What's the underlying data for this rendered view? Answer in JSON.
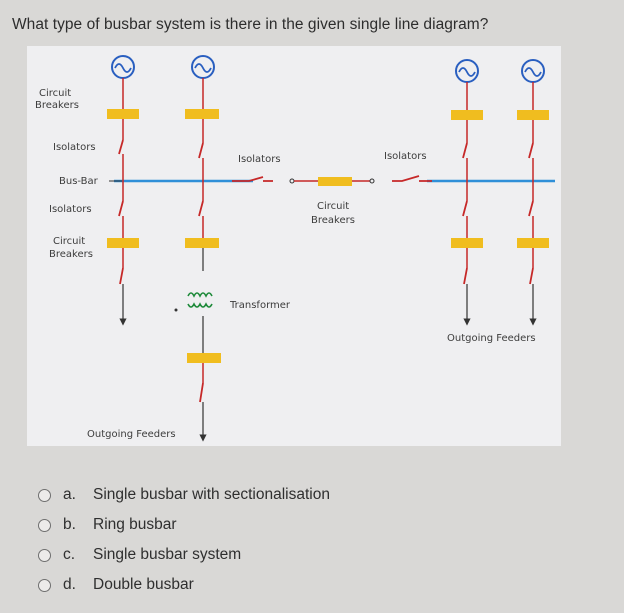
{
  "question": {
    "text": "What type of busbar system is there in the given single line diagram?"
  },
  "diagram": {
    "labels": {
      "cb_top": [
        "Circuit",
        "Breakers"
      ],
      "isolators_left_top": "Isolators",
      "busbar": "Bus-Bar",
      "isolators_left_bottom": "Isolators",
      "cb_bottom": [
        "Circuit",
        "Breakers"
      ],
      "isolators_mid": "Isolators",
      "isolators_right": "Isolators",
      "cb_mid": [
        "Circuit",
        "Breakers"
      ],
      "transformer": "Transformer",
      "outgoing_left": "Outgoing Feeders",
      "outgoing_right": "Outgoing Feeders"
    },
    "colors": {
      "busbar": "#2f8fd8",
      "breaker": "#f0bd1f",
      "wire": "#c62828",
      "generator": "#2a5fc0"
    }
  },
  "options": [
    {
      "letter": "a.",
      "text": "Single busbar with sectionalisation"
    },
    {
      "letter": "b.",
      "text": "Ring busbar"
    },
    {
      "letter": "c.",
      "text": "Single busbar system"
    },
    {
      "letter": "d.",
      "text": "Double busbar"
    }
  ]
}
